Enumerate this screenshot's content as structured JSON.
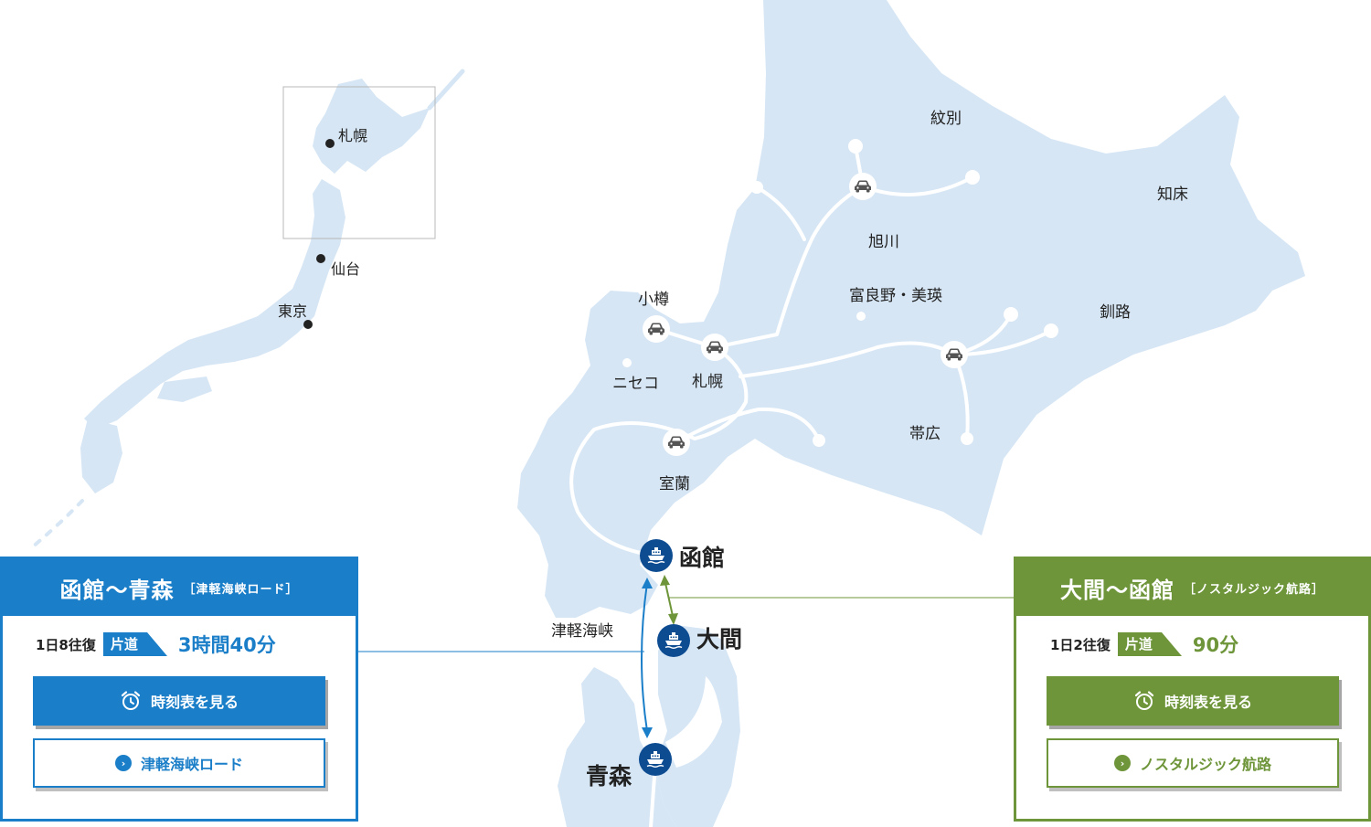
{
  "overview": {
    "cities": [
      "札幌",
      "仙台",
      "東京"
    ]
  },
  "map": {
    "places": {
      "monbetsu": "紋別",
      "shiretoko": "知床",
      "asahikawa": "旭川",
      "furano_biei": "富良野・美瑛",
      "kushiro": "釧路",
      "otaru": "小樽",
      "niseko": "ニセコ",
      "sapporo": "札幌",
      "obihiro": "帯広",
      "muroran": "室蘭",
      "tsugaru_strait": "津軽海峡"
    },
    "ports": {
      "hakodate": "函館",
      "oma": "大間",
      "aomori": "青森"
    }
  },
  "routes": [
    {
      "title": "函館～青森",
      "subtitle": "［津軽海峡ロード］",
      "frequency": "1日8往復",
      "tag": "片道",
      "duration": "3時間40分",
      "timetable_label": "時刻表を見る",
      "link_label": "津軽海峡ロード",
      "color": "#1a7ec8"
    },
    {
      "title": "大間～函館",
      "subtitle": "［ノスタルジック航路］",
      "frequency": "1日2往復",
      "tag": "片道",
      "duration": "90分",
      "timetable_label": "時刻表を見る",
      "link_label": "ノスタルジック航路",
      "color": "#6e953a"
    }
  ],
  "colors": {
    "land": "#d6e6f5",
    "route_line": "#ffffff",
    "port": "#0e4c92",
    "blue": "#1a7ec8",
    "green": "#6e953a"
  }
}
